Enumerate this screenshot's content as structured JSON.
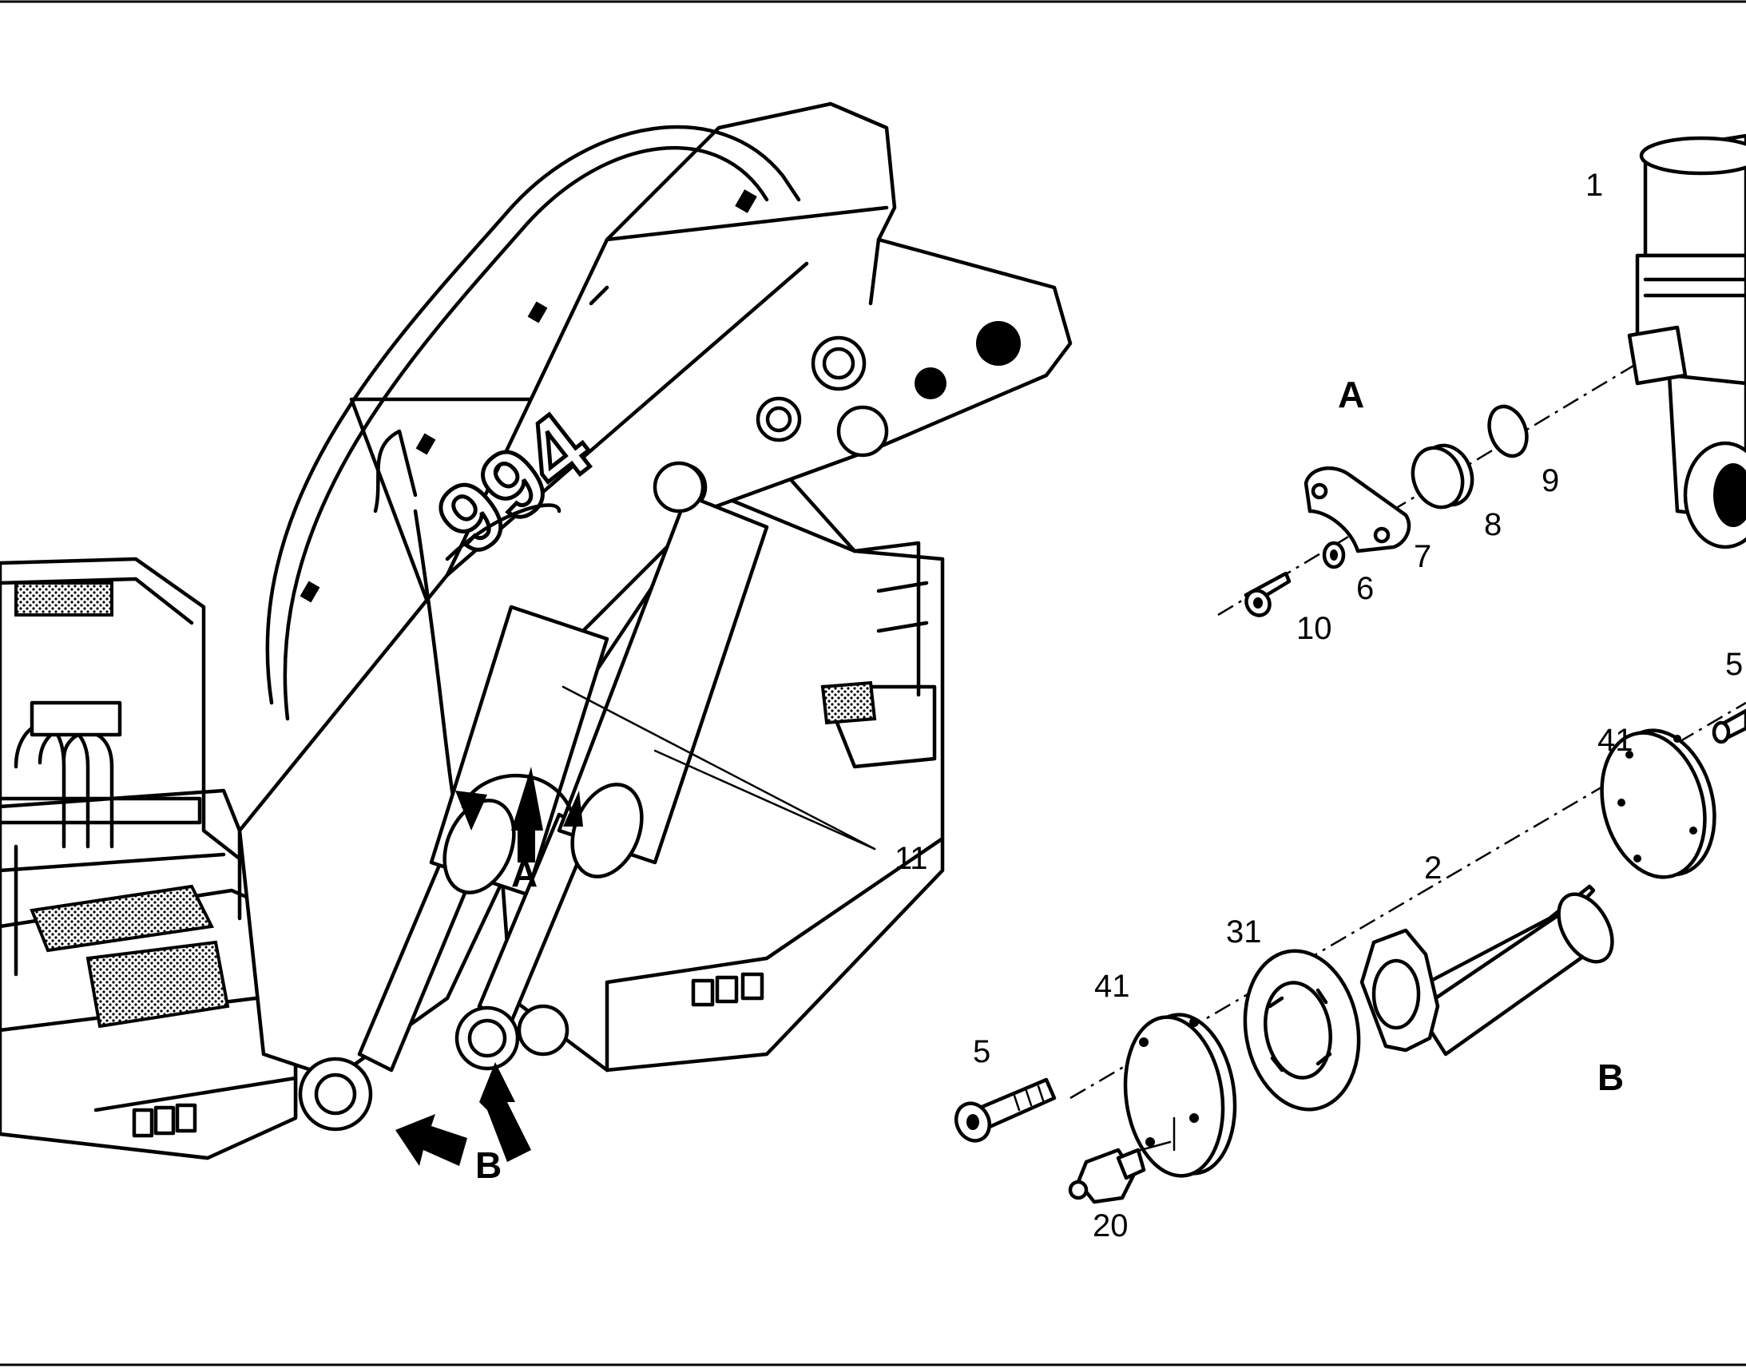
{
  "callouts": {
    "c1": "1",
    "c2": "2",
    "c5_top": "5",
    "c5": "5",
    "c6": "6",
    "c7": "7",
    "c8": "8",
    "c9": "9",
    "c10": "10",
    "c11": "11",
    "c20": "20",
    "c31": "31",
    "c41_top": "41",
    "c41": "41"
  },
  "views": {
    "a_detail": "A",
    "b_detail": "B",
    "a_arrow": "A",
    "b_arrow": "B"
  },
  "boom_marking": "994"
}
